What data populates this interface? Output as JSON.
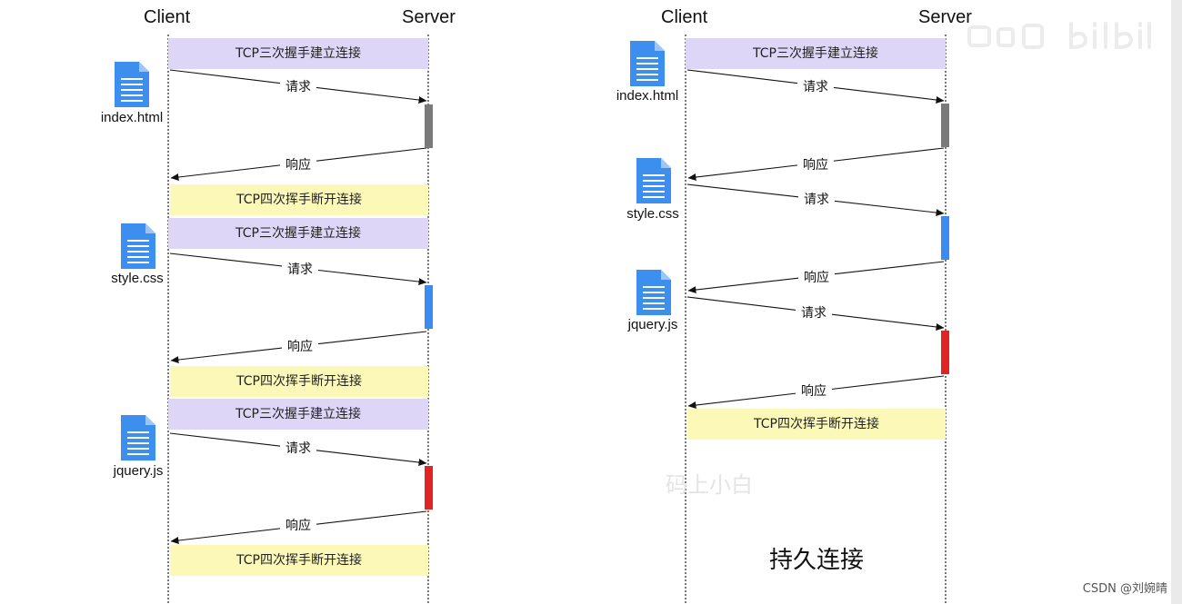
{
  "headers": {
    "client": "Client",
    "server": "Server"
  },
  "labels": {
    "tcp_connect": "TCP三次握手建立连接",
    "tcp_close": "TCP四次挥手断开连接",
    "request": "请求",
    "response": "响应"
  },
  "files": {
    "html": "index.html",
    "css": "style.css",
    "js": "jquery.js"
  },
  "caption": "持久连接",
  "watermark": "码上小白",
  "footer": "CSDN @刘婉晴",
  "colors": {
    "tcp_connect_band": "#ddd6f6",
    "tcp_close_band": "#fbf8b8",
    "html_bar": "#7a7a7a",
    "css_bar": "#3b8cf0",
    "js_bar": "#e02424",
    "doc_icon": "#3d8fef"
  },
  "icons": [
    "document-icon",
    "bilibili-logo"
  ]
}
